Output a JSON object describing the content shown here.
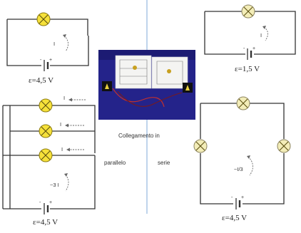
{
  "labels": {
    "collegamento": "Collegamento in",
    "parallelo": "parallelo",
    "serie": "serie"
  },
  "circuits": {
    "top_left": {
      "emf": "ɛ=4,5 V",
      "current": "I"
    },
    "top_right": {
      "emf": "ɛ=1,5 V",
      "current": "I"
    },
    "parallel": {
      "emf": "ɛ=4,5 V",
      "branch_currents": [
        "I",
        "I",
        "I"
      ],
      "total_current": "~3 I"
    },
    "series": {
      "emf": "ɛ=4,5 V",
      "current": "~I/3"
    }
  },
  "battery_signs": {
    "minus": "-",
    "plus": "+"
  },
  "photo": {
    "description_hidden": "",
    "colors": {
      "background": "#24238a",
      "board": "#f4f4f2"
    }
  },
  "colors": {
    "lamp_yellow": "#f6e13a",
    "lamp_pale": "#f3edb8",
    "divider": "#7fa8d8"
  }
}
